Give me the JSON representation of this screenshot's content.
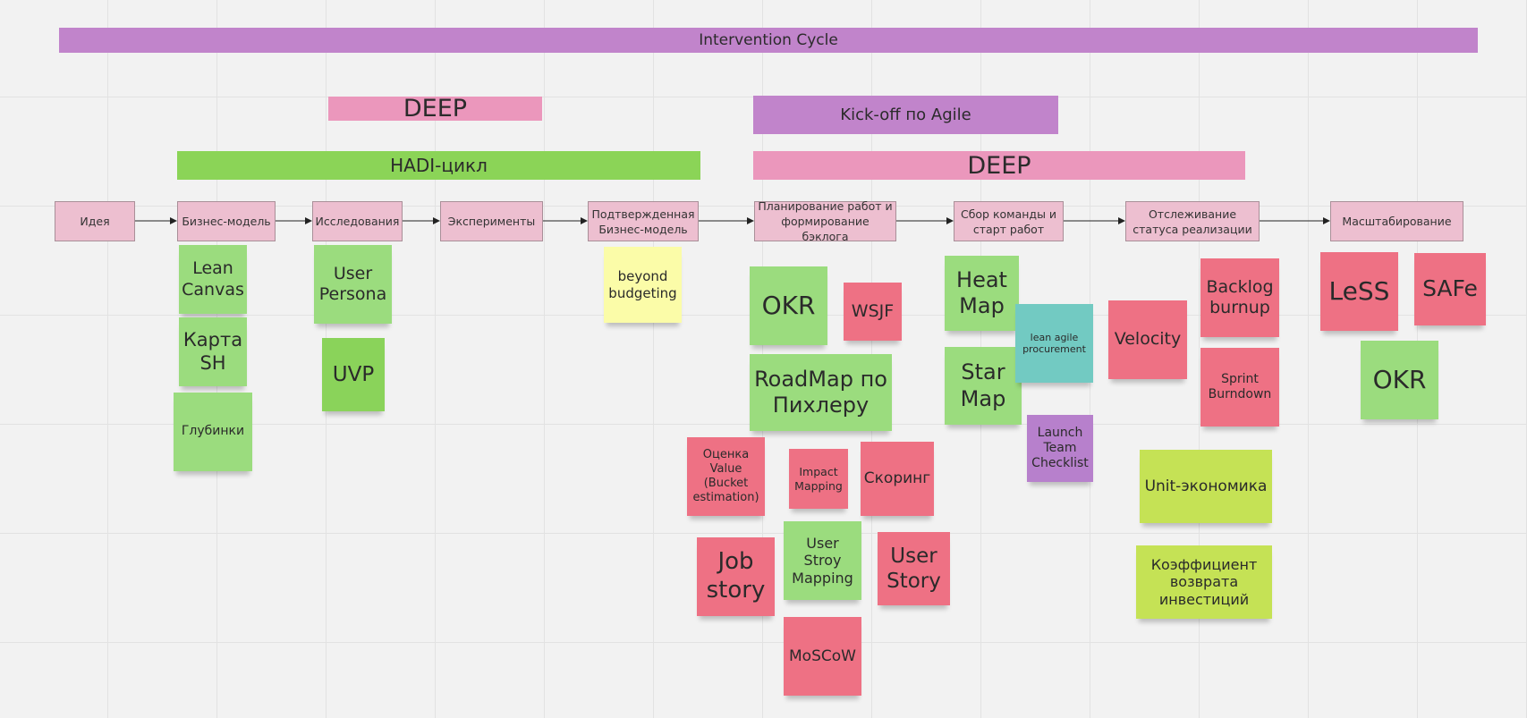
{
  "colors": {
    "purple_bar": "#c184cb",
    "pink_bar": "#eb97bc",
    "green_bar": "#8bd457",
    "stage_box": "#edbfd0",
    "note_green": "#9bdc7e",
    "note_red": "#ee7184",
    "note_yellow": "#fbfca8",
    "note_teal": "#72cac2",
    "note_purple": "#b780cc",
    "note_lime": "#c5e255"
  },
  "bars": {
    "intervention": "Intervention Cycle",
    "deep_left": "DEEP",
    "kickoff": "Kick-off по Agile",
    "hadi": "HADI-цикл",
    "deep_right": "DEEP"
  },
  "stages": {
    "idea": "Идея",
    "business_model": "Бизнес-модель",
    "research": "Исследования",
    "experiments": "Эксперименты",
    "confirmed_model": "Подтвержденная Бизнес-модель",
    "planning": "Планирование работ и формирование бэклога",
    "team": "Сбор команды и старт работ",
    "tracking": "Отслеживание статуса реализации",
    "scaling": "Масштабирование"
  },
  "notes": {
    "lean_canvas": "Lean Canvas",
    "karta_sh": "Карта SH",
    "glubinki": "Глубинки",
    "user_persona": "User Persona",
    "uvp": "UVP",
    "beyond_budgeting": "beyond budgeting",
    "okr_left": "OKR",
    "wsjf": "WSJF",
    "roadmap": "RoadMap по Пихлеру",
    "value_estimation": "Оценка Value (Bucket estimation)",
    "impact_mapping": "Impact Mapping",
    "scoring": "Скоринг",
    "job_story": "Job story",
    "user_story_mapping": "User Stroy Mapping",
    "user_story": "User Story",
    "moscow": "MoSCoW",
    "heat_map": "Heat Map",
    "star_map": "Star Map",
    "lean_agile": "lean agile procurement",
    "launch_team": "Launch Team Checklist",
    "velocity": "Velocity",
    "backlog_burnup": "Backlog burnup",
    "sprint_burndown": "Sprint Burndown",
    "unit_economics": "Unit-экономика",
    "roi": "Коэффициент возврата инвестиций",
    "less": "LeSS",
    "safe": "SAFe",
    "okr_right": "OKR"
  }
}
